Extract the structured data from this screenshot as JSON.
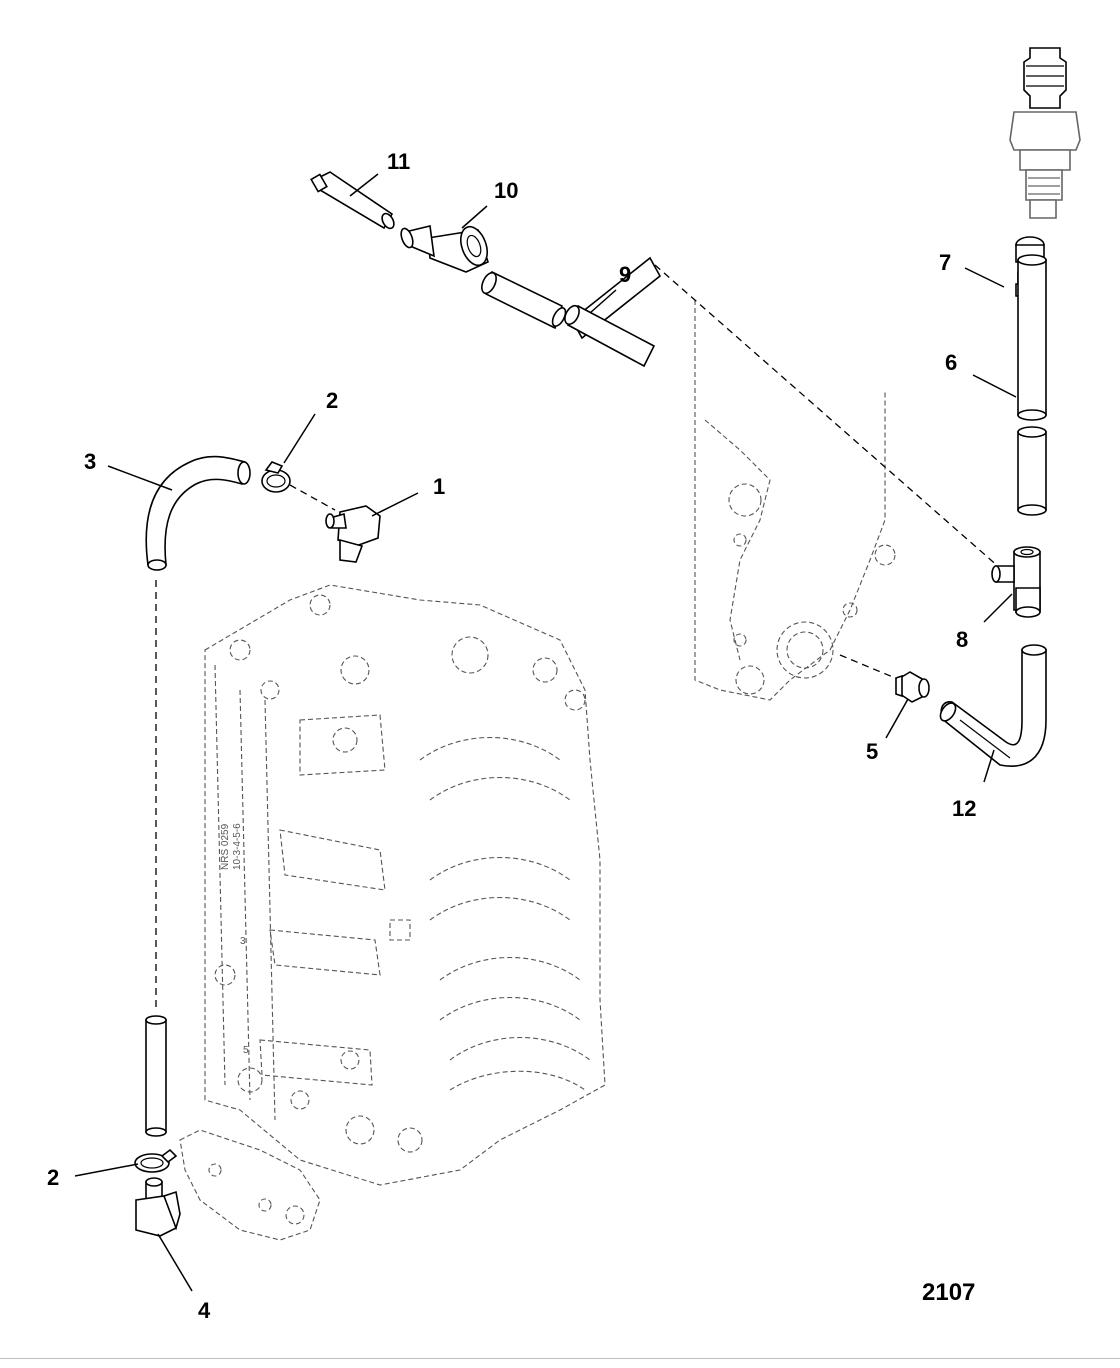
{
  "callouts": {
    "c1": "1",
    "c2_top": "2",
    "c2_bottom": "2",
    "c3": "3",
    "c4": "4",
    "c5": "5",
    "c6": "6",
    "c7": "7",
    "c8": "8",
    "c9": "9",
    "c10": "10",
    "c11": "11",
    "c12": "12"
  },
  "figure_number": "2107",
  "block_markings": {
    "m1": "NRS 0259",
    "m2": "10-3-4-5-6",
    "m3": "3",
    "m4": "5"
  }
}
